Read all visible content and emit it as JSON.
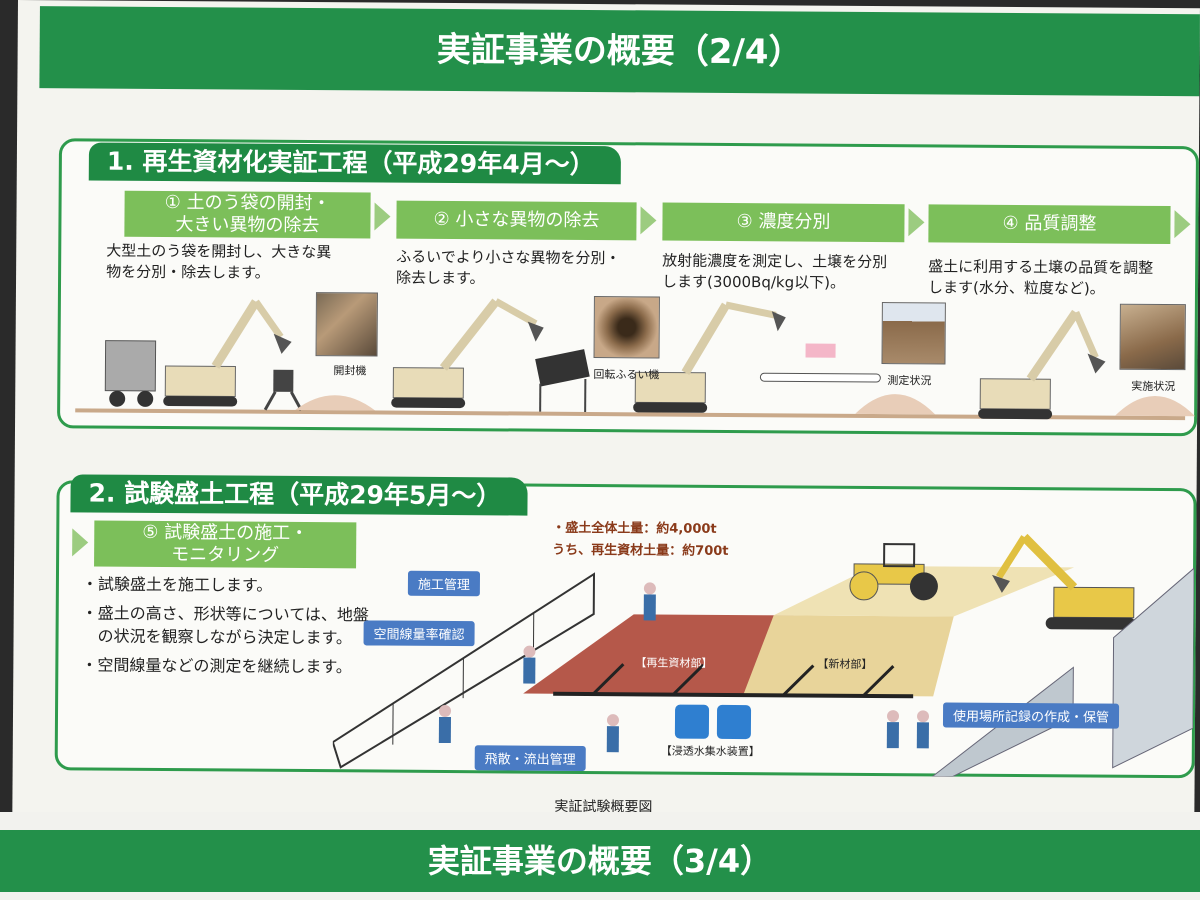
{
  "page_title": "実証事業の概要（2/4）",
  "next_page_title": "実証事業の概要（3/4）",
  "section1": {
    "title": "1. 再生資材化実証工程（平成29年4月～）",
    "steps": [
      {
        "label_line1": "① 土のう袋の開封・",
        "label_line2": "大きい異物の除去",
        "desc_line1": "大型土のう袋を開封し、大きな異",
        "desc_line2": "物を分別・除去します。",
        "photo_caption": "開封機"
      },
      {
        "label_line1": "② 小さな異物の除去",
        "label_line2": "",
        "desc_line1": "ふるいでより小さな異物を分別・",
        "desc_line2": "除去します。",
        "photo_caption": "回転ふるい機"
      },
      {
        "label_line1": "③ 濃度分別",
        "label_line2": "",
        "desc_line1": "放射能濃度を測定し、土壌を分別",
        "desc_line2": "します(3000Bq/kg以下)。",
        "photo_caption": "測定状況"
      },
      {
        "label_line1": "④ 品質調整",
        "label_line2": "",
        "desc_line1": "盛土に利用する土壌の品質を調整",
        "desc_line2": "します(水分、粒度など)。",
        "photo_caption": "実施状況"
      }
    ]
  },
  "section2": {
    "title": "2. 試験盛土工程（平成29年5月～）",
    "step_label_line1": "⑤ 試験盛土の施工・",
    "step_label_line2": "モニタリング",
    "bullets": [
      "・試験盛土を施工します。",
      "・盛土の高さ、形状等については、地盤の状況を観察しながら決定します。",
      "・空間線量などの測定を継続します。"
    ],
    "quantity_line1": "・盛土全体土量：約4,000t",
    "quantity_line2": "うち、再生資材土量：約700t",
    "callouts": {
      "construction_mgmt": "施工管理",
      "dose_check": "空間線量率確認",
      "scatter_mgmt": "飛散・流出管理",
      "site_record": "使用場所記録の作成・保管"
    },
    "zones": {
      "recycled": "【再生資材部】",
      "new_material": "【新材部】",
      "seepage": "【浸透水集水装置】"
    }
  },
  "figure_caption": "実証試験概要図",
  "colors": {
    "header_green": "#23904a",
    "step_green": "#7cbf5a",
    "callout_blue": "#4a7bc4",
    "recycled_zone": "#b5584a",
    "new_zone": "#e8d49a"
  }
}
